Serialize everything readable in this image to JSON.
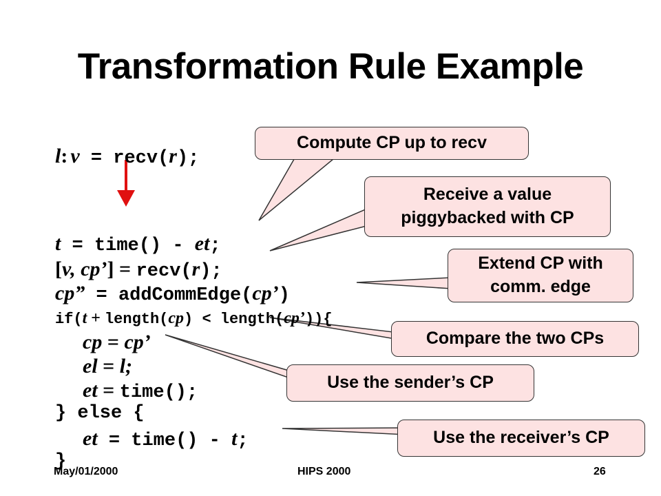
{
  "slide": {
    "title": "Transformation Rule Example",
    "code": {
      "line1": {
        "p1": "l",
        "p2": ":",
        "p3": "v",
        "p4": " = ",
        "p5": "recv(",
        "p6": "r",
        "p7": ");"
      },
      "line2": {
        "p1": "t",
        "p2": " = ",
        "p3": "time() - ",
        "p4": "et",
        "p5": ";"
      },
      "line3": {
        "p1": "[",
        "p2": "v, cp’",
        "p3": "] = ",
        "p4": "recv(",
        "p5": "r",
        "p6": ");"
      },
      "line4": {
        "p1": "cp”",
        "p2": " = ",
        "p3": "addCommEdge(",
        "p4": "cp’",
        "p5": ")"
      },
      "line5": {
        "p1": "if(",
        "p2": "t",
        "p3": " + ",
        "p4": "length(",
        "p5": "cp",
        "p6": ") < length(",
        "p7": "cp’",
        "p8": ")){"
      },
      "line6": {
        "p1": "cp",
        "p2": " = ",
        "p3": "cp’"
      },
      "line7": {
        "p1": "el",
        "p2": " = ",
        "p3": "l;"
      },
      "line8": {
        "p1": "et",
        "p2": " = ",
        "p3": "time();"
      },
      "line9": {
        "p1": "} else {"
      },
      "line10": {
        "p1": "et",
        "p2": " = ",
        "p3": "time() - ",
        "p4": "t",
        "p5": ";"
      },
      "line11": {
        "p1": "}"
      }
    },
    "callouts": {
      "c1": {
        "text": "Compute CP up to recv"
      },
      "c2": {
        "line1": "Receive a value",
        "line2": "piggybacked with CP"
      },
      "c3": {
        "line1": "Extend CP with",
        "line2": "comm. edge"
      },
      "c4": {
        "text": "Compare the two CPs"
      },
      "c5": {
        "text": "Use the sender’s CP"
      },
      "c6": {
        "text": "Use the receiver’s CP"
      }
    },
    "footer": {
      "date": "May/01/2000",
      "event": "HIPS 2000",
      "page": "26"
    },
    "colors": {
      "callout_fill": "#fde2e2",
      "arrow": "#e01010"
    }
  }
}
